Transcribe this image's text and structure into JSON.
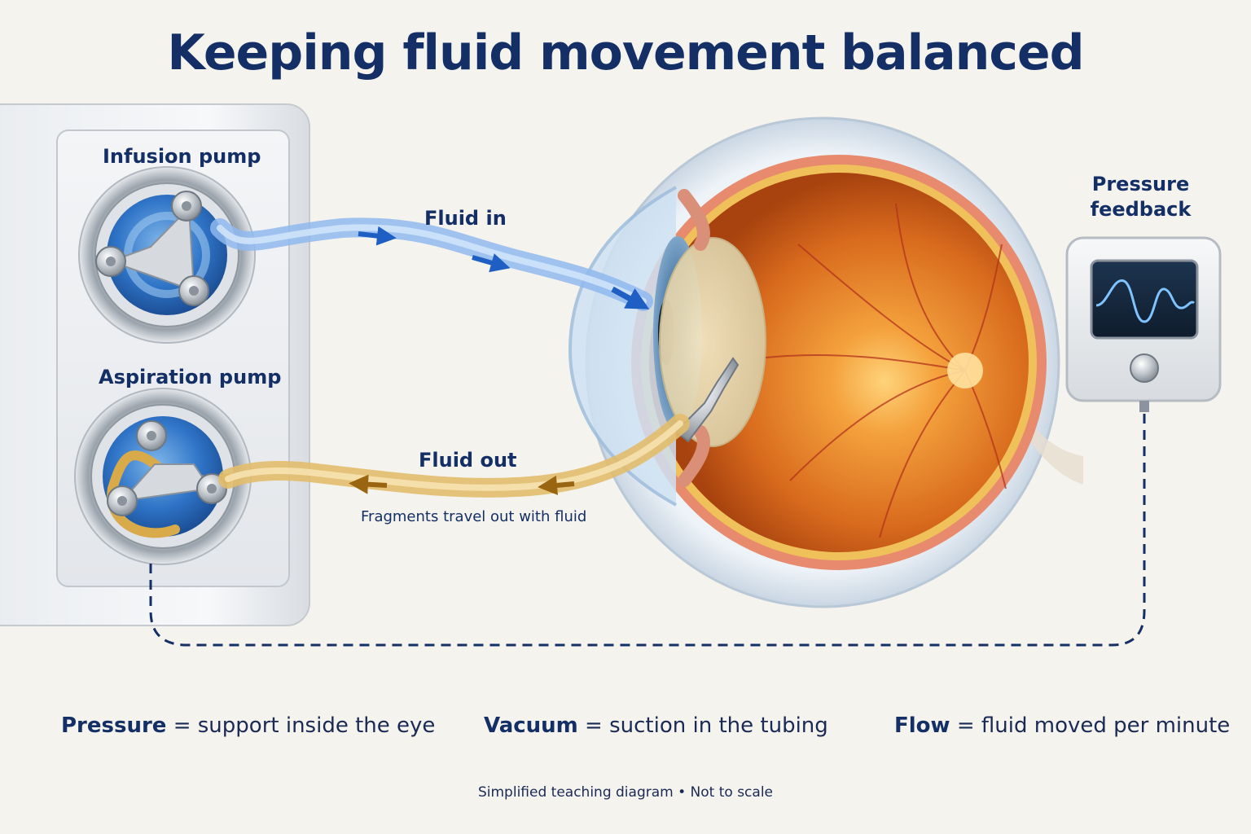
{
  "title": "Keeping fluid movement balanced",
  "labels": {
    "infusion_pump": "Infusion pump",
    "aspiration_pump": "Aspiration pump",
    "fluid_in": "Fluid in",
    "fluid_out": "Fluid out",
    "fragments_note": "Fragments travel out with fluid",
    "pressure_feedback_line1": "Pressure",
    "pressure_feedback_line2": "feedback"
  },
  "legend": [
    {
      "term": "Pressure",
      "sep": " = ",
      "desc": "support inside the eye"
    },
    {
      "term": "Vacuum",
      "sep": " = ",
      "desc": "suction in the tubing"
    },
    {
      "term": "Flow",
      "sep": " = ",
      "desc": "fluid moved per minute"
    }
  ],
  "footnote": "Simplified teaching diagram • Not to scale",
  "colors": {
    "title": "#142f66",
    "infusion_tube": "#5f9be6",
    "aspiration_tube": "#d8aa4a",
    "feedback_line": "#142f66",
    "background": "#f5f3ee"
  }
}
